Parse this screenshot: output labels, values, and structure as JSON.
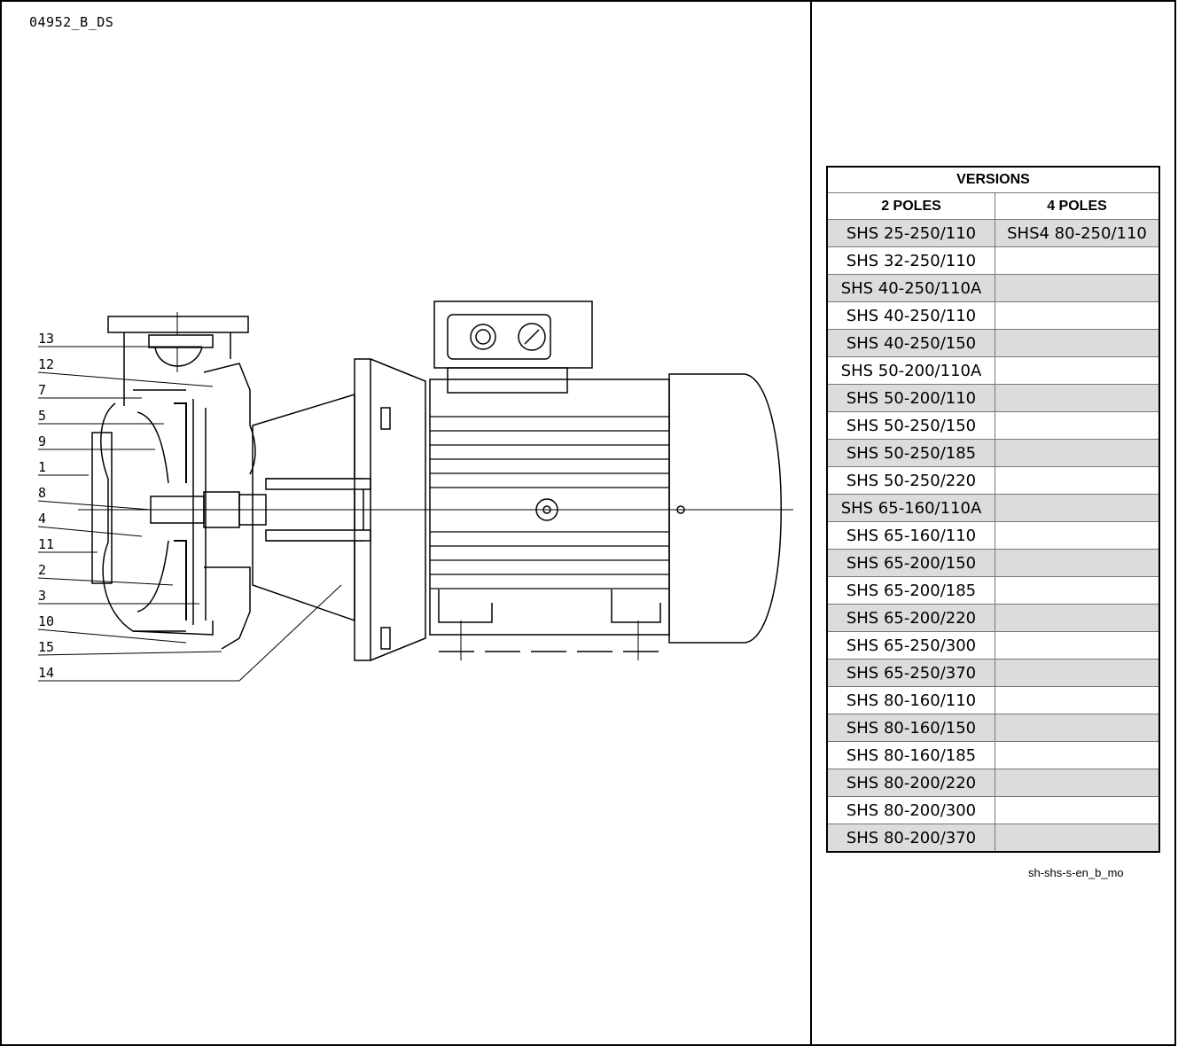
{
  "drawing_code": "04952_B_DS",
  "part_labels": [
    "13",
    "12",
    "7",
    "5",
    "9",
    "1",
    "8",
    "4",
    "11",
    "2",
    "3",
    "10",
    "15",
    "14"
  ],
  "versions": {
    "title": "VERSIONS",
    "col_2poles": "2 POLES",
    "col_4poles": "4 POLES",
    "rows": [
      [
        "SHS 25-250/110",
        "SHS4 80-250/110"
      ],
      [
        "SHS 32-250/110",
        ""
      ],
      [
        "SHS 40-250/110A",
        ""
      ],
      [
        "SHS 40-250/110",
        ""
      ],
      [
        "SHS 40-250/150",
        ""
      ],
      [
        "SHS 50-200/110A",
        ""
      ],
      [
        "SHS 50-200/110",
        ""
      ],
      [
        "SHS 50-250/150",
        ""
      ],
      [
        "SHS 50-250/185",
        ""
      ],
      [
        "SHS 50-250/220",
        ""
      ],
      [
        "SHS 65-160/110A",
        ""
      ],
      [
        "SHS 65-160/110",
        ""
      ],
      [
        "SHS 65-200/150",
        ""
      ],
      [
        "SHS 65-200/185",
        ""
      ],
      [
        "SHS 65-200/220",
        ""
      ],
      [
        "SHS 65-250/300",
        ""
      ],
      [
        "SHS 65-250/370",
        ""
      ],
      [
        "SHS 80-160/110",
        ""
      ],
      [
        "SHS 80-160/150",
        ""
      ],
      [
        "SHS 80-160/185",
        ""
      ],
      [
        "SHS 80-200/220",
        ""
      ],
      [
        "SHS 80-200/300",
        ""
      ],
      [
        "SHS 80-200/370",
        ""
      ]
    ]
  },
  "doc_ref": "sh-shs-s-en_b_mo"
}
